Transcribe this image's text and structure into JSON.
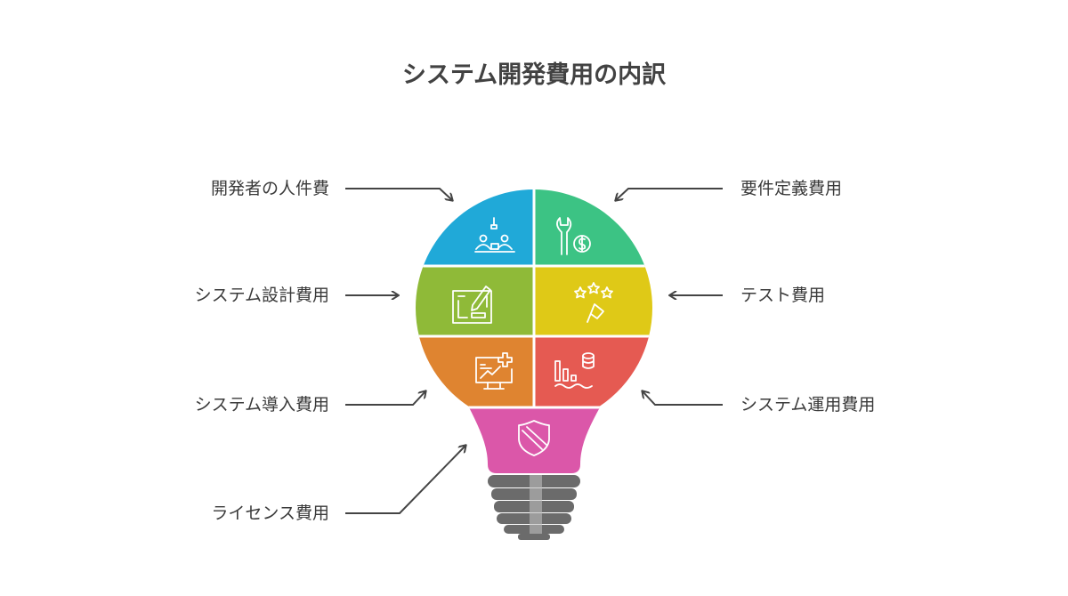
{
  "title": "システム開発費用の内訳",
  "segments": [
    {
      "label": "開発者の人件費",
      "color": "#20A9D8",
      "icon": "team-meeting-icon"
    },
    {
      "label": "要件定義費用",
      "color": "#3CC384",
      "icon": "wrench-dollar-icon"
    },
    {
      "label": "システム設計費用",
      "color": "#8FBA38",
      "icon": "blueprint-pencil-icon"
    },
    {
      "label": "テスト費用",
      "color": "#DFC917",
      "icon": "stars-flag-icon"
    },
    {
      "label": "システム導入費用",
      "color": "#DF8430",
      "icon": "monitor-growth-icon"
    },
    {
      "label": "システム運用費用",
      "color": "#E55A52",
      "icon": "chart-database-icon"
    },
    {
      "label": "ライセンス費用",
      "color": "#DB57A9",
      "icon": "shield-icon"
    }
  ],
  "base_color": "#6B6B6B"
}
